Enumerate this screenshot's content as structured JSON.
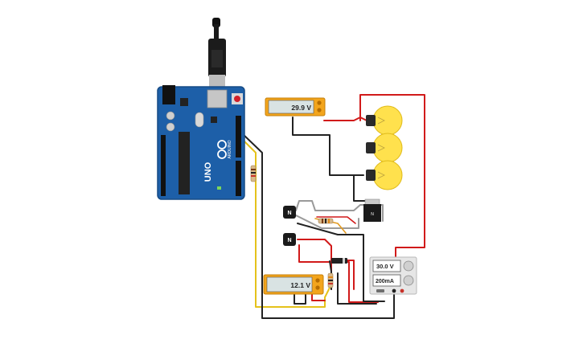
{
  "meters": {
    "top_voltage": "29.9 V",
    "bottom_voltage": "12.1 V"
  },
  "power_supply": {
    "voltage": "30.0 V",
    "current": "200mA"
  },
  "arduino": {
    "brand": "ARDUINO",
    "model": "UNO"
  },
  "transistors": {
    "q1_label": "N",
    "q2_label": "N",
    "mosfet_label": "N"
  }
}
